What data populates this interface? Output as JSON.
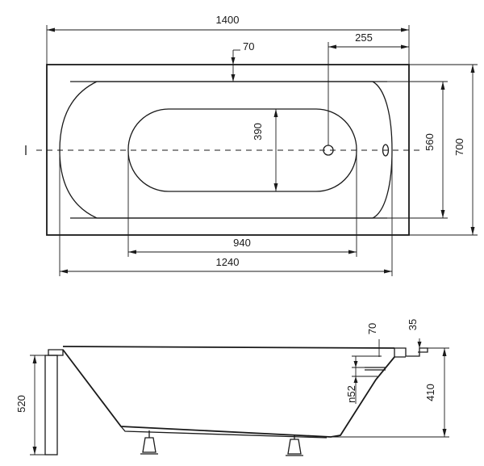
{
  "top_view": {
    "overall_length": "1400",
    "rim_width": "70",
    "drain_offset": "255",
    "inner_depth_width": "390",
    "inner_width": "560",
    "overall_width": "700",
    "bottom_length": "940",
    "inner_length": "1240"
  },
  "side_view": {
    "rim_top": "70",
    "rim_lip": "35",
    "overflow": "n52",
    "basin_depth": "410",
    "total_height": "520"
  },
  "colors": {
    "line": "#1a1a1a",
    "background": "#ffffff"
  }
}
